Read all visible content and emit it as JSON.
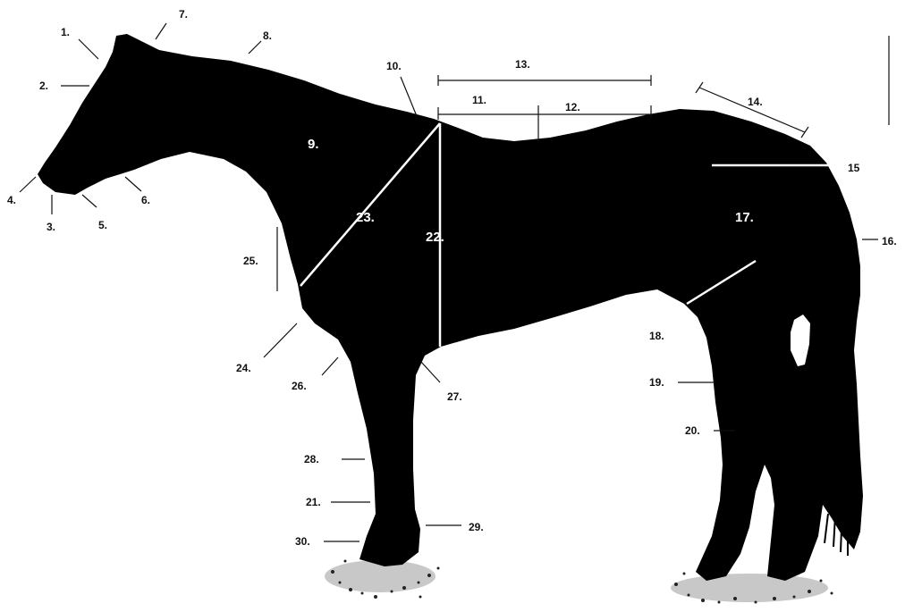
{
  "diagram": {
    "labels": {
      "l1": "1.",
      "l2": "2.",
      "l3": "3.",
      "l4": "4.",
      "l5": "5.",
      "l6": "6.",
      "l7": "7.",
      "l8": "8.",
      "l9": "9.",
      "l10": "10.",
      "l11": "11.",
      "l12": "12.",
      "l13": "13.",
      "l14": "14.",
      "l15": "15",
      "l16": "16.",
      "l17": "17.",
      "l18": "18.",
      "l19": "19.",
      "l20": "20.",
      "l21": "21.",
      "l22": "22.",
      "l23": "23.",
      "l24": "24.",
      "l25": "25.",
      "l26": "26.",
      "l27": "27.",
      "l28": "28.",
      "l29": "29.",
      "l30": "30."
    },
    "colors": {
      "silhouette": "#000000",
      "background": "#ffffff",
      "leader_light": "#ffffff",
      "leader_dark": "#111111"
    }
  }
}
